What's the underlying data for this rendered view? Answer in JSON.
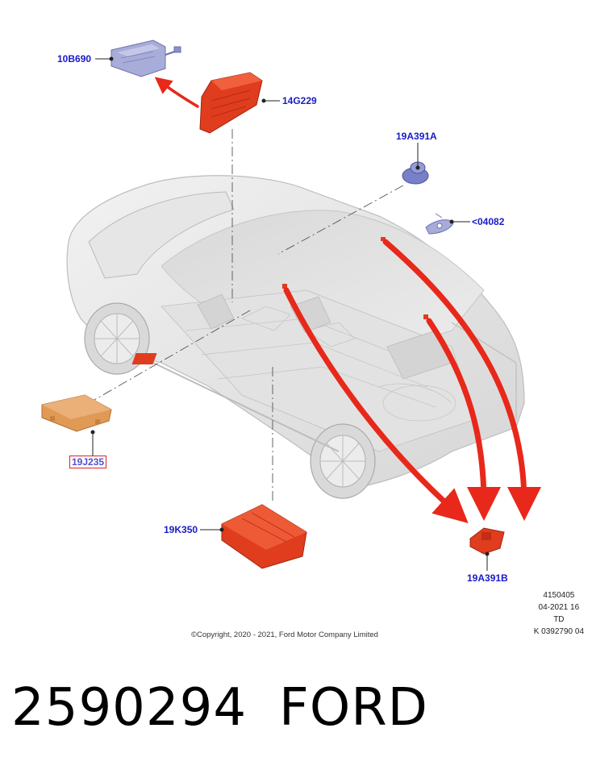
{
  "callouts": {
    "c10B690": "10B690",
    "c14G229": "14G229",
    "c19A391A": "19A391A",
    "c04082": "<04082",
    "c19J235": "19J235",
    "c19K350": "19K350",
    "c19A391B": "19A391B"
  },
  "info_block": {
    "line1": "4150405",
    "line2": "04-2021 16",
    "line3": "TD",
    "line4": "K 0392790 04"
  },
  "copyright": "©Copyright, 2020 - 2021, Ford Motor Company Limited",
  "part_number": "2590294",
  "brand": "FORD",
  "colors": {
    "callout_text": "#1a1ac8",
    "highlight_part": "#e03c1e",
    "arrow": "#e8281a",
    "module_orange": "#e09a55",
    "blue_part": "#7880c8"
  }
}
